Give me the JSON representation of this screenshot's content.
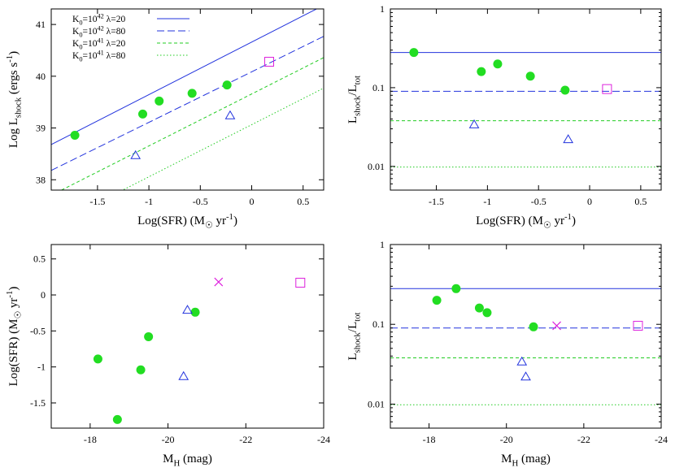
{
  "chart_data": [
    {
      "type": "line",
      "panel": "top-left",
      "xlabel": "Log(SFR) (M<sub>sun</sub> yr<sup>-1</sup>)",
      "ylabel": "Log L<sub>shock</sub> (ergs s<sup>-1</sup>)",
      "xlim": [
        -1.95,
        0.7
      ],
      "ylim": [
        37.8,
        41.3
      ],
      "xticks": [
        -1.5,
        -1,
        -0.5,
        0,
        0.5
      ],
      "xtick_labels": [
        "-1.5",
        "-1",
        "-0.5",
        "0",
        "0.5"
      ],
      "yticks": [
        38,
        39,
        40,
        41
      ],
      "ytick_labels": [
        "38",
        "39",
        "40",
        "41"
      ],
      "legend_position": "top-left",
      "series": [
        {
          "name": "K<sub>0</sub>=10<sup>42</sup> λ=20",
          "kind": "line",
          "style": "solid",
          "color": "#2233dd",
          "x": [
            -1.95,
            0.7
          ],
          "y": [
            38.68,
            41.37
          ]
        },
        {
          "name": "K<sub>0</sub>=10<sup>42</sup> λ=80",
          "kind": "line",
          "style": "longdash",
          "color": "#2233dd",
          "x": [
            -1.95,
            0.7
          ],
          "y": [
            38.18,
            40.77
          ]
        },
        {
          "name": "K<sub>0</sub>=10<sup>41</sup> λ=20",
          "kind": "line",
          "style": "dash",
          "color": "#22cc22",
          "x": [
            -1.95,
            0.7
          ],
          "y": [
            37.7,
            40.36
          ]
        },
        {
          "name": "K<sub>0</sub>=10<sup>41</sup> λ=80",
          "kind": "line",
          "style": "dot",
          "color": "#22cc22",
          "x": [
            -1.95,
            0.7
          ],
          "y": [
            37.1,
            39.77
          ]
        },
        {
          "kind": "circle",
          "color": "#22dd22",
          "x": [
            -1.72,
            -1.06,
            -0.9,
            -0.58,
            -0.24
          ],
          "y": [
            38.86,
            39.27,
            39.52,
            39.67,
            39.83
          ]
        },
        {
          "kind": "triangle",
          "color": "#2233dd",
          "x": [
            -1.13,
            -0.21
          ],
          "y": [
            38.47,
            39.24
          ]
        },
        {
          "kind": "square",
          "color": "#dd22dd",
          "x": [
            0.17
          ],
          "y": [
            40.28
          ]
        }
      ]
    },
    {
      "type": "line",
      "panel": "top-right",
      "xlabel": "Log(SFR) (M<sub>sun</sub> yr<sup>-1</sup>)",
      "ylabel": "L<sub>shock</sub>/L<sub>tot</sub>",
      "xlim": [
        -1.95,
        0.7
      ],
      "ylim": [
        0.005,
        1
      ],
      "yscale": "log",
      "xticks": [
        -1.5,
        -1,
        -0.5,
        0,
        0.5
      ],
      "xtick_labels": [
        "-1.5",
        "-1",
        "-0.5",
        "0",
        "0.5"
      ],
      "yticks": [
        0.01,
        0.1,
        1
      ],
      "ytick_labels": [
        "0.01",
        "0.1",
        "1"
      ],
      "series": [
        {
          "kind": "hline",
          "style": "solid",
          "color": "#2233dd",
          "y": 0.28
        },
        {
          "kind": "hline",
          "style": "longdash",
          "color": "#2233dd",
          "y": 0.09
        },
        {
          "kind": "hline",
          "style": "dash",
          "color": "#22cc22",
          "y": 0.038
        },
        {
          "kind": "hline",
          "style": "dot",
          "color": "#22cc22",
          "y": 0.0098
        },
        {
          "kind": "circle",
          "color": "#22dd22",
          "x": [
            -1.72,
            -1.06,
            -0.9,
            -0.58,
            -0.24
          ],
          "y": [
            0.28,
            0.16,
            0.2,
            0.14,
            0.093
          ]
        },
        {
          "kind": "triangle",
          "color": "#2233dd",
          "x": [
            -1.13,
            -0.21
          ],
          "y": [
            0.034,
            0.022
          ]
        },
        {
          "kind": "square",
          "color": "#dd22dd",
          "x": [
            0.17
          ],
          "y": [
            0.096
          ]
        }
      ]
    },
    {
      "type": "scatter",
      "panel": "bottom-left",
      "xlabel": "M<sub>H</sub> (mag)",
      "ylabel": "Log(SFR) (M<sub>sun</sub> yr<sup>-1</sup>)",
      "xlim": [
        -17,
        -24
      ],
      "ylim": [
        -1.85,
        0.7
      ],
      "xticks": [
        -18,
        -20,
        -22,
        -24
      ],
      "xtick_labels": [
        "-18",
        "-20",
        "-22",
        "-24"
      ],
      "yticks": [
        -1.5,
        -1,
        -0.5,
        0,
        0.5
      ],
      "ytick_labels": [
        "-1.5",
        "-1",
        "-0.5",
        "0",
        "0.5"
      ],
      "series": [
        {
          "kind": "circle",
          "color": "#22dd22",
          "x": [
            -18.2,
            -18.7,
            -19.3,
            -19.5,
            -20.7
          ],
          "y": [
            -0.89,
            -1.73,
            -1.04,
            -0.58,
            -0.24
          ]
        },
        {
          "kind": "triangle",
          "color": "#2233dd",
          "x": [
            -20.4,
            -20.5
          ],
          "y": [
            -1.13,
            -0.21
          ]
        },
        {
          "kind": "cross",
          "color": "#dd22dd",
          "x": [
            -21.3
          ],
          "y": [
            0.18
          ]
        },
        {
          "kind": "square",
          "color": "#dd22dd",
          "x": [
            -23.4
          ],
          "y": [
            0.17
          ]
        }
      ]
    },
    {
      "type": "line",
      "panel": "bottom-right",
      "xlabel": "M<sub>H</sub> (mag)",
      "ylabel": "L<sub>shock</sub>/L<sub>tot</sub>",
      "xlim": [
        -17,
        -24
      ],
      "ylim": [
        0.005,
        1
      ],
      "yscale": "log",
      "xticks": [
        -18,
        -20,
        -22,
        -24
      ],
      "xtick_labels": [
        "-18",
        "-20",
        "-22",
        "-24"
      ],
      "yticks": [
        0.01,
        0.1,
        1
      ],
      "ytick_labels": [
        "0.01",
        "0.1",
        "1"
      ],
      "series": [
        {
          "kind": "hline",
          "style": "solid",
          "color": "#2233dd",
          "y": 0.28
        },
        {
          "kind": "hline",
          "style": "longdash",
          "color": "#2233dd",
          "y": 0.09
        },
        {
          "kind": "hline",
          "style": "dash",
          "color": "#22cc22",
          "y": 0.038
        },
        {
          "kind": "hline",
          "style": "dot",
          "color": "#22cc22",
          "y": 0.0098
        },
        {
          "kind": "circle",
          "color": "#22dd22",
          "x": [
            -18.2,
            -18.7,
            -19.3,
            -19.5,
            -20.7
          ],
          "y": [
            0.2,
            0.28,
            0.16,
            0.14,
            0.093
          ]
        },
        {
          "kind": "triangle",
          "color": "#2233dd",
          "x": [
            -20.4,
            -20.5
          ],
          "y": [
            0.034,
            0.022
          ]
        },
        {
          "kind": "cross",
          "color": "#dd22dd",
          "x": [
            -21.3
          ],
          "y": [
            0.096
          ]
        },
        {
          "kind": "square",
          "color": "#dd22dd",
          "x": [
            -23.4
          ],
          "y": [
            0.096
          ]
        }
      ]
    }
  ]
}
